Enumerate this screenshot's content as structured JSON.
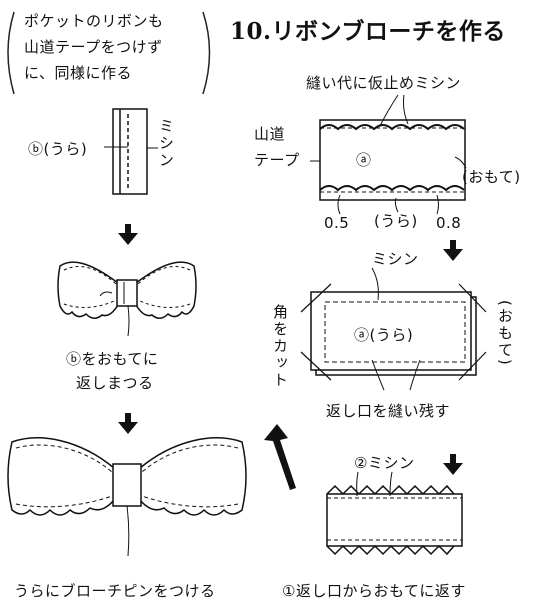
{
  "title": "10.リボンブローチを作る",
  "note": {
    "lines": [
      "ポケットのリボンも",
      "山道テープをつけず",
      "に、同様に作る"
    ]
  },
  "labels": {
    "b_ura": "ⓑ(うら)",
    "mishin_v": "ミシン",
    "b_omote_1": "ⓑをおもてに",
    "b_omote_2": "返しまつる",
    "brooch_pin": "うらにブローチピンをつける",
    "baste": "縫い代に仮止めミシン",
    "yamamichi_1": "山道",
    "yamamichi_2": "テープ",
    "a_circle": "ⓐ",
    "omote_h": "(おもて)",
    "m05": "0.5",
    "ura": "(うら)",
    "m08": "0.8",
    "mishin": "ミシン",
    "corner_cut": "角をカット",
    "a_ura": "ⓐ(うら)",
    "omote_v": "(おもて)",
    "leave_opening": "返し口を縫い残す",
    "step2_mishin": "②ミシン",
    "step1_turn": "①返し口からおもてに返す"
  }
}
